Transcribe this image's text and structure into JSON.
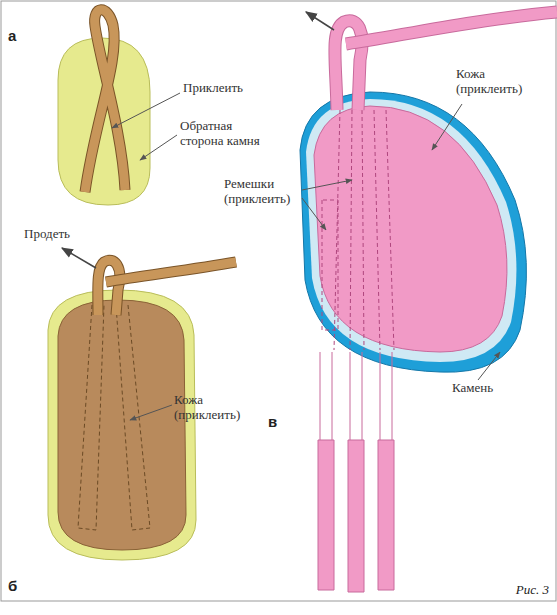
{
  "diagram": {
    "caption": "Рис. 3",
    "labels": [
      "а",
      "Приклеить",
      "Обратная сторона камня",
      "Продеть",
      "Кожа (приклеить)",
      "б",
      "Ремешки (приклеить)",
      "Кожа (приклеить)",
      "Камень",
      "в"
    ]
  }
}
